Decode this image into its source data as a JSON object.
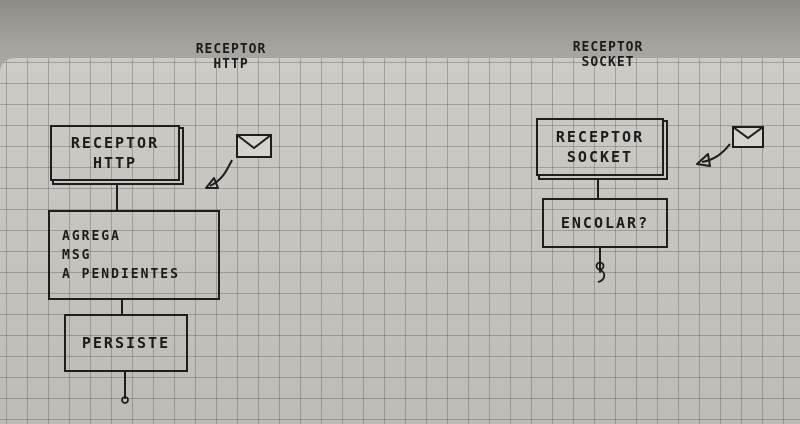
{
  "diagram": {
    "left_header": {
      "line1": "Receptor",
      "line2": "HTTP"
    },
    "right_header": {
      "line1": "Receptor",
      "line2": "Socket"
    },
    "left_flow": [
      {
        "line1": "Receptor",
        "line2": "HTTP"
      },
      {
        "line1": "Agrega",
        "line2": "msg",
        "line3": "a pendientes"
      },
      {
        "line1": "Persiste"
      }
    ],
    "right_flow": [
      {
        "line1": "Receptor",
        "line2": "Socket"
      },
      {
        "line1": "Encolar?"
      }
    ],
    "icons": [
      "envelope-icon",
      "curved-arrow-icon"
    ]
  }
}
